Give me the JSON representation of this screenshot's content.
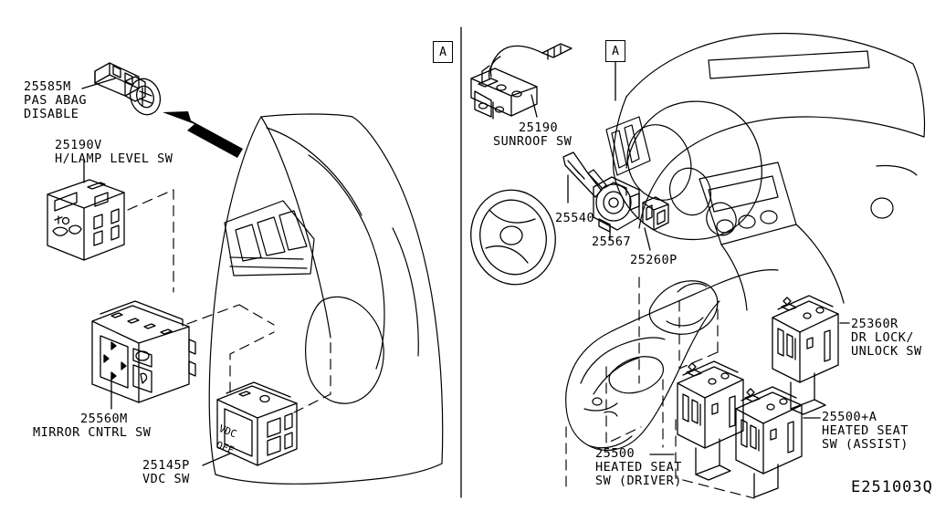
{
  "diagram": {
    "drawing_number": "E251003Q",
    "callouts": [
      {
        "id": "callout-a-left",
        "label": "A"
      },
      {
        "id": "callout-a-right",
        "label": "A"
      }
    ],
    "parts": [
      {
        "id": "part-25585m",
        "number": "25585M",
        "description": [
          "PAS ABAG",
          "DISABLE"
        ],
        "panel": "left"
      },
      {
        "id": "part-25190v",
        "number": "25190V",
        "description": [
          "H/LAMP LEVEL SW"
        ],
        "panel": "left"
      },
      {
        "id": "part-25560m",
        "number": "25560M",
        "description": [
          "MIRROR CNTRL SW"
        ],
        "panel": "left"
      },
      {
        "id": "part-25145p",
        "number": "25145P",
        "description": [
          "VDC SW"
        ],
        "panel": "left"
      },
      {
        "id": "part-25190",
        "number": "25190",
        "description": [
          "SUNROOF SW"
        ],
        "panel": "right"
      },
      {
        "id": "part-25540",
        "number": "25540",
        "description": [],
        "panel": "right"
      },
      {
        "id": "part-25567",
        "number": "25567",
        "description": [],
        "panel": "right"
      },
      {
        "id": "part-25260p",
        "number": "25260P",
        "description": [],
        "panel": "right"
      },
      {
        "id": "part-25360r",
        "number": "25360R",
        "description": [
          "DR LOCK/",
          "UNLOCK SW"
        ],
        "panel": "right"
      },
      {
        "id": "part-25500",
        "number": "25500",
        "description": [
          "HEATED SEAT",
          "SW (DRIVER)"
        ],
        "panel": "right"
      },
      {
        "id": "part-25500a",
        "number": "25500+A",
        "description": [
          "HEATED SEAT",
          "SW (ASSIST)"
        ],
        "panel": "right"
      }
    ],
    "switch_face_text": {
      "vdc_line1": "VDC",
      "vdc_line2": "OFF"
    }
  }
}
